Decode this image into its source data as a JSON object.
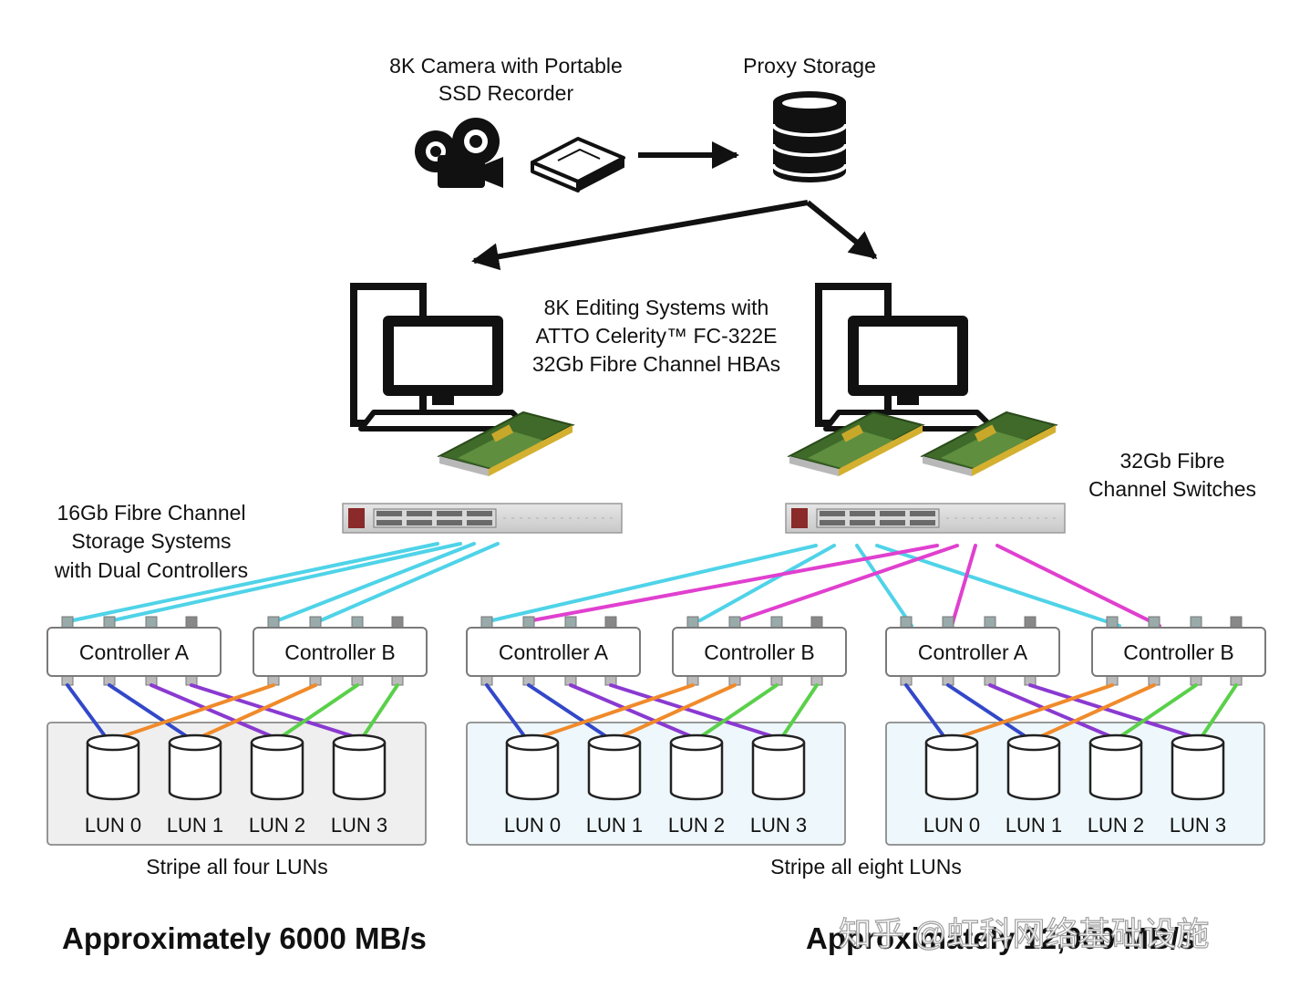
{
  "camera_label": [
    "8K Camera with Portable",
    "SSD Recorder"
  ],
  "proxy_label": "Proxy Storage",
  "editing_label": [
    "8K Editing Systems with",
    "ATTO Celerity™ FC-322E",
    "32Gb Fibre Channel HBAs"
  ],
  "switch_label": [
    "32Gb Fibre",
    "Channel Switches"
  ],
  "storage_label": [
    "16Gb Fibre Channel",
    "Storage Systems",
    "with Dual Controllers"
  ],
  "storage_groups": [
    {
      "controller_a": "Controller A",
      "controller_b": "Controller B",
      "luns": [
        "LUN 0",
        "LUN 1",
        "LUN 2",
        "LUN 3"
      ]
    },
    {
      "controller_a": "Controller A",
      "controller_b": "Controller B",
      "luns": [
        "LUN 0",
        "LUN 1",
        "LUN 2",
        "LUN 3"
      ]
    },
    {
      "controller_a": "Controller A",
      "controller_b": "Controller B",
      "luns": [
        "LUN 0",
        "LUN 1",
        "LUN 2",
        "LUN 3"
      ]
    }
  ],
  "stripe_left": "Stripe all four LUNs",
  "stripe_right": "Stripe all eight LUNs",
  "throughput_left": "Approximately 6000 MB/s",
  "throughput_right": "Approximately 12,000 MB/s",
  "watermark": "知乎 @虹科网络基础设施",
  "colors": {
    "cyan_link": "#4fd3e8",
    "magenta_link": "#e040d0",
    "blue_link": "#3348c8",
    "orange_link": "#f08a2a",
    "purple_link": "#8a3ad0",
    "green_link": "#5ad04a",
    "storage_gray_bg": "#efefef",
    "storage_blue_bg": "#eef7fb"
  }
}
